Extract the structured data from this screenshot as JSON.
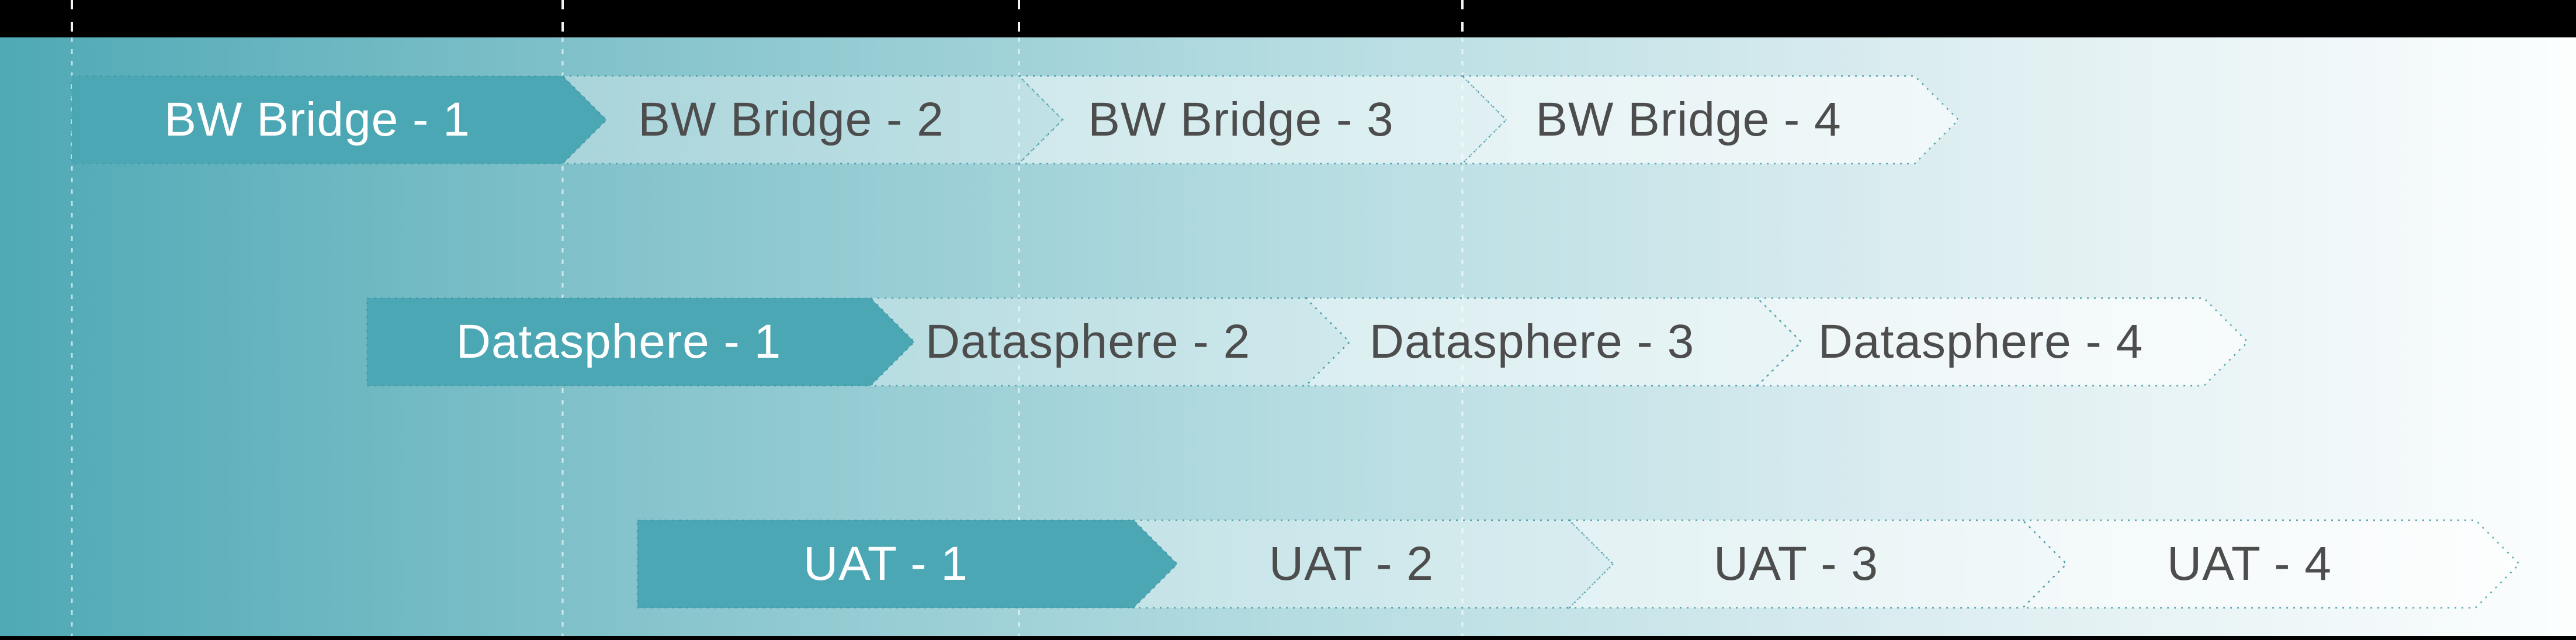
{
  "diagram": {
    "type": "chevron-process-timeline",
    "rows": [
      {
        "name": "BW Bridge",
        "segments": [
          {
            "label": "BW Bridge - 1",
            "state": "active"
          },
          {
            "label": "BW Bridge - 2",
            "state": "upcoming"
          },
          {
            "label": "BW Bridge - 3",
            "state": "upcoming"
          },
          {
            "label": "BW Bridge - 4",
            "state": "upcoming"
          }
        ]
      },
      {
        "name": "Datasphere",
        "segments": [
          {
            "label": "Datasphere - 1",
            "state": "active"
          },
          {
            "label": "Datasphere - 2",
            "state": "upcoming"
          },
          {
            "label": "Datasphere - 3",
            "state": "upcoming"
          },
          {
            "label": "Datasphere - 4",
            "state": "upcoming"
          }
        ]
      },
      {
        "name": "UAT",
        "segments": [
          {
            "label": "UAT - 1",
            "state": "active"
          },
          {
            "label": "UAT - 2",
            "state": "upcoming"
          },
          {
            "label": "UAT - 3",
            "state": "upcoming"
          },
          {
            "label": "UAT - 4",
            "state": "upcoming"
          }
        ]
      }
    ],
    "gridlines": {
      "x_positions": [
        123,
        963,
        1744,
        2503
      ],
      "style": "white-dashed-vertical"
    }
  },
  "colors": {
    "stage_active_fill": "#4ca7b4",
    "stage_upcoming_fill": "#ffffff",
    "chevron_dot_border": "#3e96a4",
    "chevron_dot_border_dark": "#38889a",
    "text_on_active": "#ffffff",
    "text_on_upcoming": "#4d4d4d",
    "background_left": "#4fa9b6",
    "background_right": "#fcfefe",
    "top_bar": "#000000",
    "bottom_bar": "#000000",
    "gridline": "#ffffff"
  }
}
